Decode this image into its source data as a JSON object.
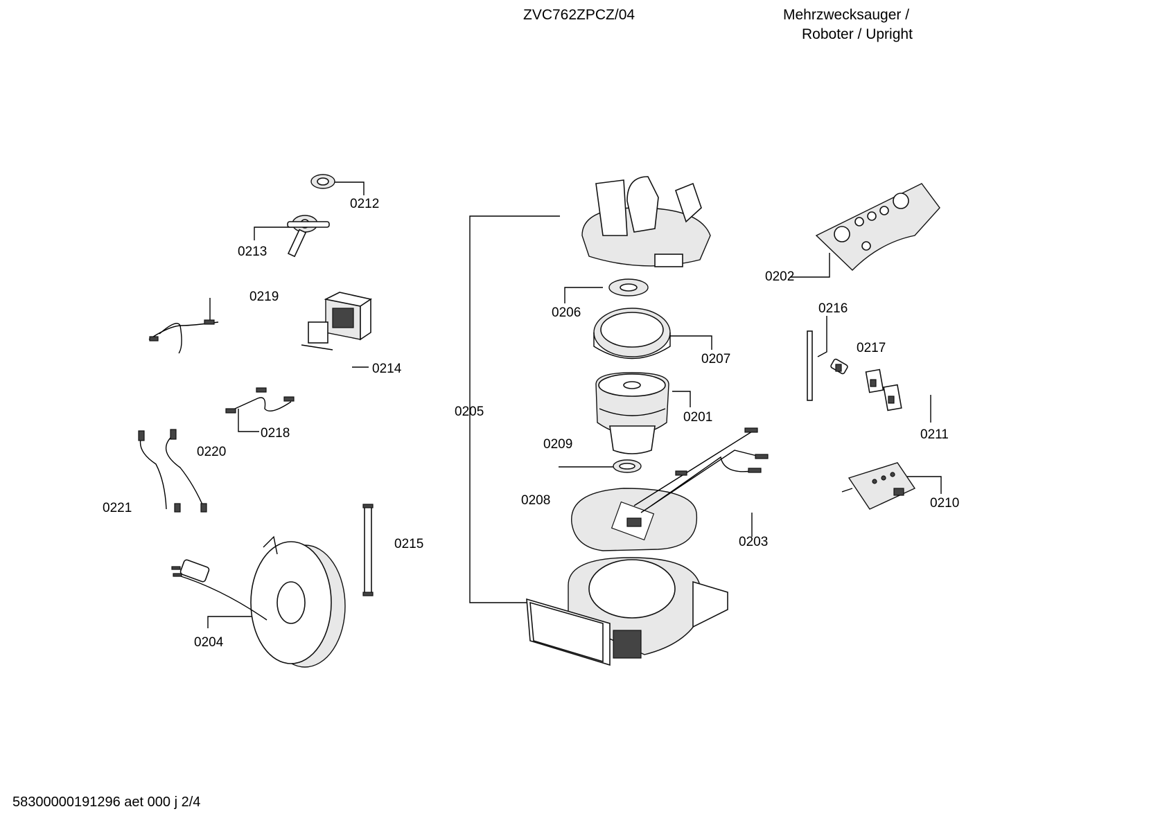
{
  "header": {
    "model": "ZVC762ZPCZ/04",
    "category_line1": "Mehrzwecksauger /",
    "category_line2": "Roboter / Upright"
  },
  "footer": {
    "doc_id": "58300000191296 aet 000 j 2/4"
  },
  "parts": {
    "p0201": "0201",
    "p0202": "0202",
    "p0203": "0203",
    "p0204": "0204",
    "p0205": "0205",
    "p0206": "0206",
    "p0207": "0207",
    "p0208": "0208",
    "p0209": "0209",
    "p0210": "0210",
    "p0211": "0211",
    "p0212": "0212",
    "p0213": "0213",
    "p0214": "0214",
    "p0215": "0215",
    "p0216": "0216",
    "p0217": "0217",
    "p0218": "0218",
    "p0219": "0219",
    "p0220": "0220",
    "p0221": "0221"
  }
}
